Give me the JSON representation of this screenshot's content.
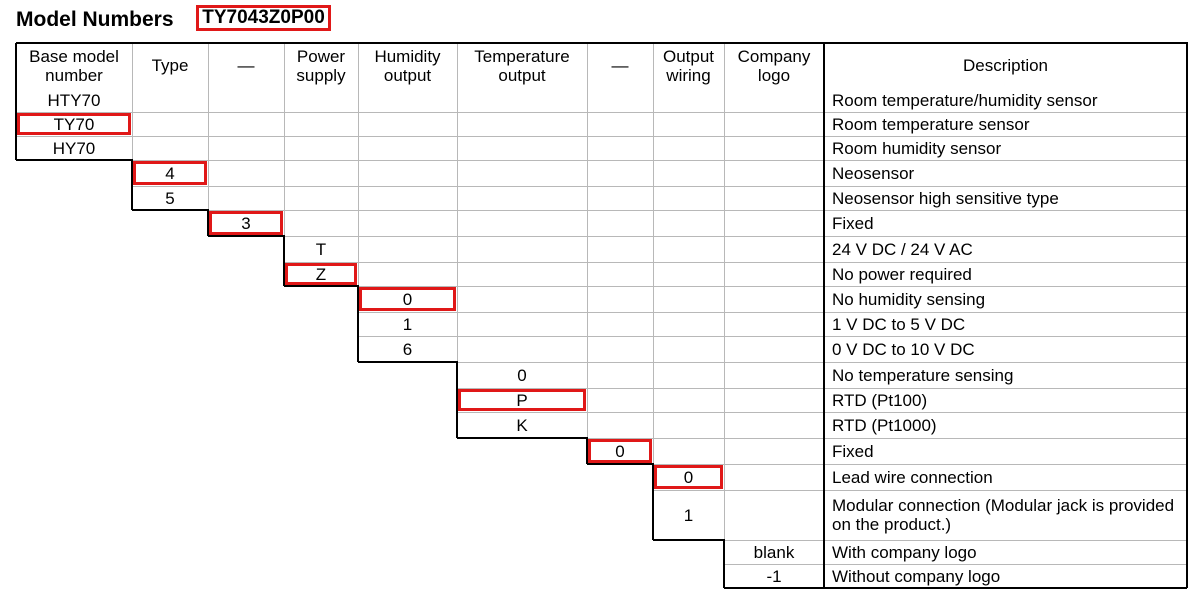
{
  "title": {
    "label": "Model Numbers",
    "code": "TY7043Z0P00"
  },
  "headers": {
    "base_model": "Base model number",
    "type": "Type",
    "dash1": "—",
    "power": "Power supply",
    "humidity": "Humidity output",
    "temperature": "Temperature output",
    "dash2": "—",
    "wiring": "Output wiring",
    "logo": "Company logo",
    "description": "Description"
  },
  "rows": [
    {
      "col": 0,
      "code": "HTY70",
      "desc": "Room temperature/humidity sensor",
      "selected": false
    },
    {
      "col": 0,
      "code": "TY70",
      "desc": "Room temperature sensor",
      "selected": true
    },
    {
      "col": 0,
      "code": "HY70",
      "desc": "Room humidity sensor",
      "selected": false
    },
    {
      "col": 1,
      "code": "4",
      "desc": "Neosensor",
      "selected": true
    },
    {
      "col": 1,
      "code": "5",
      "desc": "Neosensor high sensitive type",
      "selected": false
    },
    {
      "col": 2,
      "code": "3",
      "desc": "Fixed",
      "selected": true
    },
    {
      "col": 3,
      "code": "T",
      "desc": "24 V DC / 24 V AC",
      "selected": false
    },
    {
      "col": 3,
      "code": "Z",
      "desc": "No power required",
      "selected": true
    },
    {
      "col": 4,
      "code": "0",
      "desc": "No humidity sensing",
      "selected": true
    },
    {
      "col": 4,
      "code": "1",
      "desc": "1 V DC to 5 V DC",
      "selected": false
    },
    {
      "col": 4,
      "code": "6",
      "desc": "0 V DC to 10 V DC",
      "selected": false
    },
    {
      "col": 5,
      "code": "0",
      "desc": "No temperature sensing",
      "selected": false
    },
    {
      "col": 5,
      "code": "P",
      "desc": "RTD (Pt100)",
      "selected": true
    },
    {
      "col": 5,
      "code": "K",
      "desc": "RTD (Pt1000)",
      "selected": false
    },
    {
      "col": 6,
      "code": "0",
      "desc": "Fixed",
      "selected": true
    },
    {
      "col": 7,
      "code": "0",
      "desc": "Lead wire connection",
      "selected": true
    },
    {
      "col": 7,
      "code": "1",
      "desc": "Modular connection (Modular jack is provided on the product.)",
      "selected": false
    },
    {
      "col": 8,
      "code": "blank",
      "desc": "With company logo",
      "selected": false
    },
    {
      "col": 8,
      "code": "-1",
      "desc": "Without company logo",
      "selected": false
    }
  ]
}
